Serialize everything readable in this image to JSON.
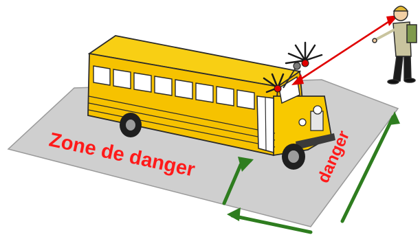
{
  "labels": {
    "zone": "Zone de danger",
    "side": "danger"
  },
  "colors": {
    "ground": "#cfcfcf",
    "ground_edge": "#9a9a9a",
    "bus_yellow": "#f6c200",
    "bus_shadow": "#d89a00",
    "label_red": "#ff1a1a",
    "arrow_green": "#2e7d1f",
    "sight_line": "#e00000"
  },
  "icons": [
    "school-bus",
    "flashing-light",
    "child-pedestrian",
    "mirror"
  ]
}
